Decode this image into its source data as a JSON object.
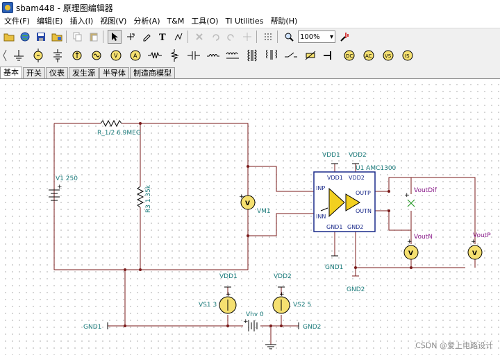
{
  "window": {
    "title": "sbam448 - 原理图编辑器"
  },
  "menu": [
    "文件(F)",
    "编辑(E)",
    "插入(I)",
    "视图(V)",
    "分析(A)",
    "T&M",
    "工具(O)",
    "TI Utilities",
    "帮助(H)"
  ],
  "toolbar": {
    "zoom": "100%"
  },
  "tabs": [
    "基本",
    "开关",
    "仪表",
    "发生源",
    "半导体",
    "制造商模型"
  ],
  "active_tab": "基本",
  "schematic": {
    "resistor_r12": "R_1/2 6.9MEG",
    "resistor_r3": "R3 1.35k",
    "source_v1": "V1 250",
    "meter_vm1": "VM1",
    "amp_ref": "U1 AMC1300",
    "amp_vdd1_top": "VDD1",
    "amp_vdd2_top": "VDD2",
    "pin_vdd1": "VDD1",
    "pin_vdd2": "VDD2",
    "pin_inp": "INP",
    "pin_inn": "INN",
    "pin_gnd1": "GND1",
    "pin_gnd2": "GND2",
    "pin_outp": "OUTP",
    "pin_outn": "OUTN",
    "gnd1_bottom": "GND1",
    "gnd2_bottom": "GND2",
    "voutdif": "VoutDif",
    "voutn": "VoutN",
    "voutp": "VoutP",
    "vs1_top": "VDD1",
    "vs2_top": "VDD2",
    "vs1": "VS1 3",
    "vs2": "VS2 5",
    "vhv": "Vhv 0",
    "gnd1_left": "GND1",
    "gnd2_right": "GND2",
    "meter_letter": "V",
    "plus": "+"
  },
  "watermark": "CSDN @爱上电路设计"
}
